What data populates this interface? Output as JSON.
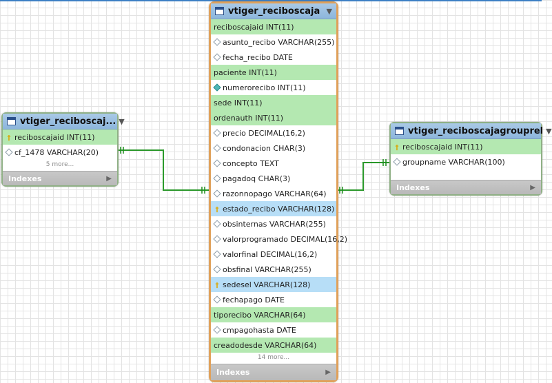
{
  "tables": {
    "left": {
      "title": "vtiger_reciboscaj...",
      "rows": [
        {
          "text": "reciboscajaid INT(11)",
          "kind": "pk"
        },
        {
          "text": "cf_1478 VARCHAR(20)",
          "kind": "col"
        }
      ],
      "more": "5 more...",
      "indexes": "Indexes"
    },
    "center": {
      "title": "vtiger_reciboscaja",
      "rows": [
        {
          "text": "reciboscajaid INT(11)",
          "kind": "fk"
        },
        {
          "text": "asunto_recibo VARCHAR(255)",
          "kind": "col"
        },
        {
          "text": "fecha_recibo DATE",
          "kind": "col"
        },
        {
          "text": "paciente INT(11)",
          "kind": "fk"
        },
        {
          "text": "numerorecibo INT(11)",
          "kind": "col-nn"
        },
        {
          "text": "sede INT(11)",
          "kind": "fk"
        },
        {
          "text": "ordenauth INT(11)",
          "kind": "fk"
        },
        {
          "text": "precio DECIMAL(16,2)",
          "kind": "col"
        },
        {
          "text": "condonacion CHAR(3)",
          "kind": "col"
        },
        {
          "text": "concepto TEXT",
          "kind": "col"
        },
        {
          "text": "pagadoq CHAR(3)",
          "kind": "col"
        },
        {
          "text": "razonnopago VARCHAR(64)",
          "kind": "col"
        },
        {
          "text": "estado_recibo VARCHAR(128)",
          "kind": "idx"
        },
        {
          "text": "obsinternas VARCHAR(255)",
          "kind": "col"
        },
        {
          "text": "valorprogramado DECIMAL(16,2)",
          "kind": "col"
        },
        {
          "text": "valorfinal DECIMAL(16,2)",
          "kind": "col"
        },
        {
          "text": "obsfinal VARCHAR(255)",
          "kind": "col"
        },
        {
          "text": "sedesel VARCHAR(128)",
          "kind": "idx"
        },
        {
          "text": "fechapago DATE",
          "kind": "col"
        },
        {
          "text": "tiporecibo VARCHAR(64)",
          "kind": "fk"
        },
        {
          "text": "cmpagohasta DATE",
          "kind": "col"
        },
        {
          "text": "creadodesde VARCHAR(64)",
          "kind": "fk"
        }
      ],
      "more": "14 more...",
      "indexes": "Indexes"
    },
    "right": {
      "title": "vtiger_reciboscajagrouprel",
      "rows": [
        {
          "text": "reciboscajaid INT(11)",
          "kind": "pk"
        },
        {
          "text": "groupname VARCHAR(100)",
          "kind": "col"
        }
      ],
      "more": "",
      "indexes": "Indexes"
    }
  },
  "colors": {
    "relation_line": "#1a8c1a",
    "fk_row": "#b4e8b1",
    "index_row": "#b7def7",
    "header": "#9cc0e2"
  }
}
